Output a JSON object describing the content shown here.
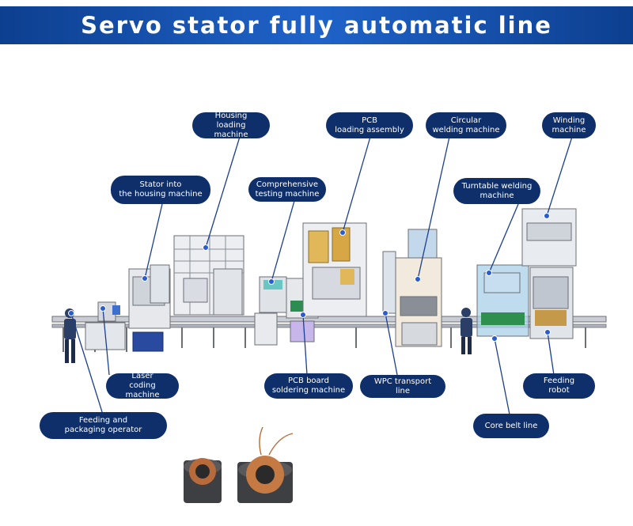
{
  "banner": {
    "title": "Servo stator fully automatic line"
  },
  "labels": {
    "housing_loading": "Housing\nloading machine",
    "pcb_loading": "PCB\nloading assembly",
    "circular_welding": "Circular\nwelding machine",
    "winding": "Winding\nmachine",
    "stator_into_housing": "Stator into\nthe housing machine",
    "comprehensive_testing": "Comprehensive\ntesting machine",
    "turntable_welding": "Turntable welding\nmachine",
    "laser_coding": "Laser\ncoding machine",
    "pcb_soldering": "PCB board\nsoldering machine",
    "wpc_transport": "WPC transport line",
    "feeding_robot": "Feeding\nrobot",
    "feeding_packaging": "Feeding and\npackaging operator",
    "core_belt": "Core belt line"
  },
  "colors": {
    "banner": "#1a56b8",
    "label_bg": "#0f2f6b",
    "leader": "#1b3f8f",
    "dot": "#2a5bd0",
    "frame": "#6c6f76",
    "guard_blue": "#a9cfe8",
    "copper": "#b86a3a",
    "stator_steel": "#4a4a4a"
  }
}
